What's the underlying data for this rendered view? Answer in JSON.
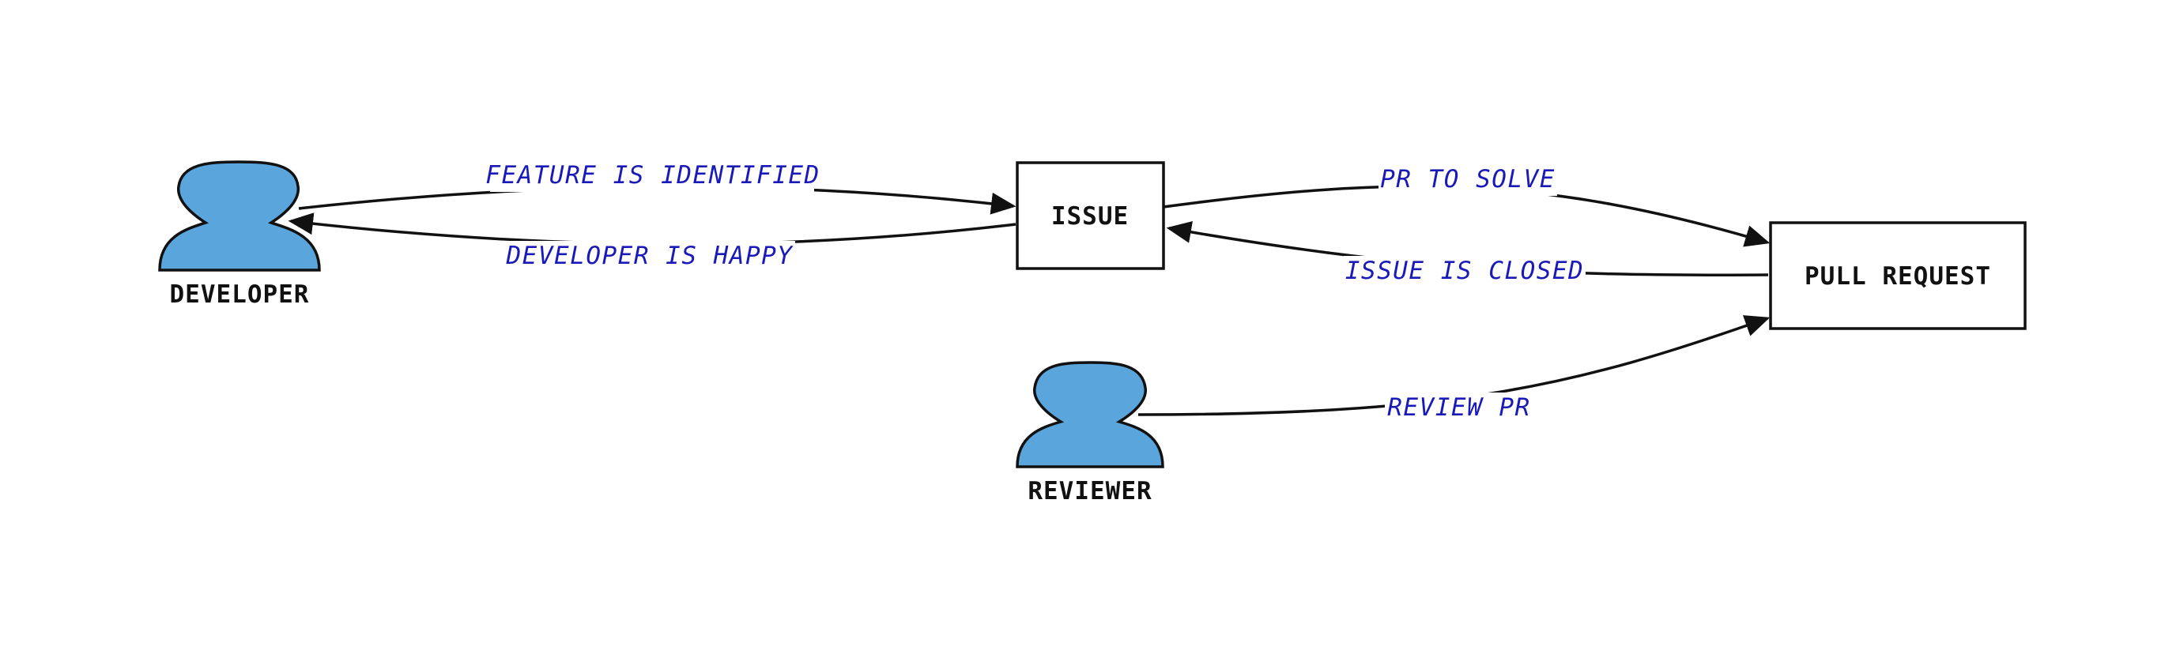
{
  "colors": {
    "actor_fill": "#5aa5dc",
    "edge_label": "#1a1ab8",
    "stroke": "#111111"
  },
  "nodes": {
    "developer": {
      "label": "DEVELOPER",
      "shape": "actor"
    },
    "issue": {
      "label": "ISSUE",
      "shape": "rectangle"
    },
    "pull_request": {
      "label": "PULL REQUEST",
      "shape": "rectangle"
    },
    "reviewer": {
      "label": "REVIEWER",
      "shape": "actor"
    }
  },
  "edges": [
    {
      "from": "developer",
      "to": "issue",
      "label": "FEATURE IS IDENTIFIED"
    },
    {
      "from": "issue",
      "to": "developer",
      "label": "DEVELOPER IS HAPPY"
    },
    {
      "from": "issue",
      "to": "pull_request",
      "label": "PR TO SOLVE"
    },
    {
      "from": "pull_request",
      "to": "issue",
      "label": "ISSUE IS CLOSED"
    },
    {
      "from": "reviewer",
      "to": "pull_request",
      "label": "REVIEW PR"
    }
  ]
}
